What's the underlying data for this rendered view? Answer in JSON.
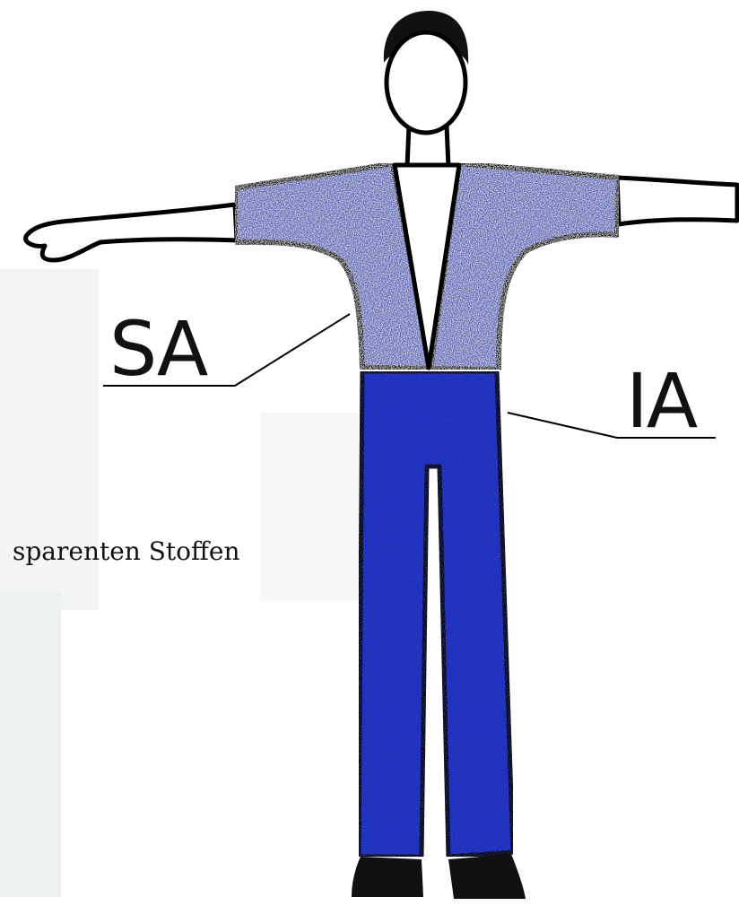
{
  "labels": {
    "upper_garment": "SA",
    "lower_garment": "IA"
  },
  "caption": "sparenten Stoffen",
  "colors": {
    "upper_garment": "#5c67b8",
    "upper_garment_light": "#b9bee0",
    "lower_garment": "#1f2fc4",
    "outline": "#000000",
    "skin": "#ffffff",
    "hair": "#111111",
    "shoes": "#111111"
  },
  "icons": {
    "figure": "person-in-two-piece-garment-illustration"
  }
}
